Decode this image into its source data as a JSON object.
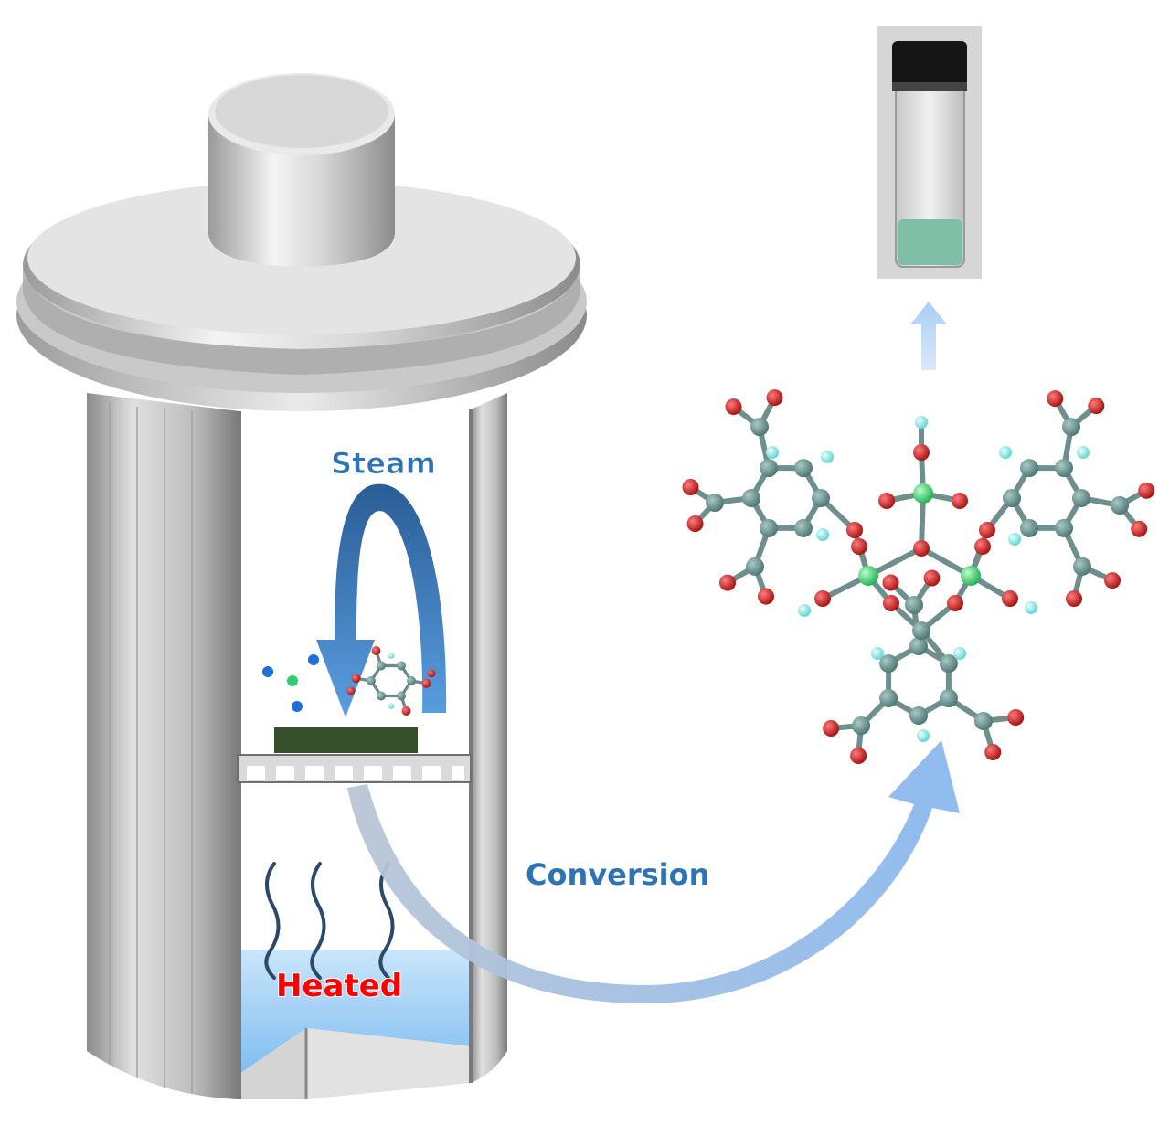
{
  "labels": {
    "steam": "Steam",
    "conversion": "Conversion",
    "heated": "Heated"
  },
  "colors": {
    "steel_light": "#f2f2f2",
    "steel_mid": "#b8b8b8",
    "steel_dark": "#6f6f6f",
    "steam_text": "#2e74b5",
    "conversion_text": "#2e74b5",
    "heated_text": "#ff0000",
    "water": "#9fd0f7",
    "precursor_film": "#35502a",
    "oxygen_atom": "#cc1d1d",
    "carbon_atom": "#5e8f8a",
    "hydrogen_atom": "#7fe6e0",
    "metal_atom": "#33d96a",
    "arrow_blue": "#8cbcf0",
    "vial_powder": "#7fbfa8"
  },
  "icons": [
    "autoclave-vessel",
    "steam-cycle-arrow",
    "conversion-arrow",
    "up-arrow",
    "vial-photo",
    "molecular-cluster",
    "linker-molecule",
    "heat-wave"
  ]
}
